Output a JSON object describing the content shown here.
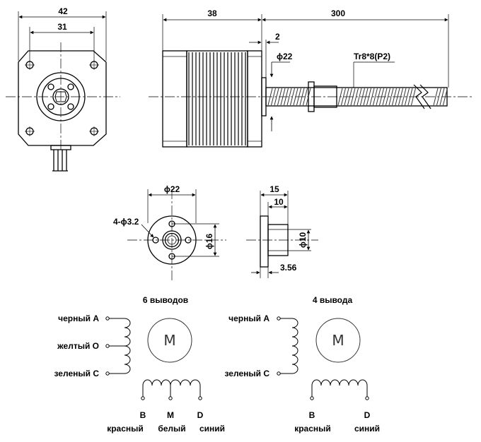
{
  "front_view": {
    "width_dim": "42",
    "hole_spacing_dim": "31"
  },
  "side_view": {
    "body_length_dim": "38",
    "screw_length_dim": "300",
    "boss_dim": "2",
    "boss_diameter_dim": "ϕ22",
    "thread_spec": "Tr8*8(P2)"
  },
  "nut_front": {
    "diameter_dim": "ϕ22",
    "holes_dim": "4-ϕ3.2",
    "spacing_dim": "ϕ16"
  },
  "nut_side": {
    "length_dim": "15",
    "body_dim": "10",
    "diameter_dim": "ϕ10",
    "flange_dim": "3.56"
  },
  "wiring_6": {
    "title": "6 выводов",
    "motor_letter": "M",
    "left_leads": [
      "черный A",
      "желтый O",
      "зеленый C"
    ],
    "bottom_letters": [
      "B",
      "M",
      "D"
    ],
    "bottom_colors": [
      "красный",
      "белый",
      "синий"
    ]
  },
  "wiring_4": {
    "title": "4 вывода",
    "motor_letter": "M",
    "left_leads": [
      "черный A",
      "зеленый C"
    ],
    "bottom_letters": [
      "B",
      "D"
    ],
    "bottom_colors": [
      "красный",
      "синий"
    ]
  }
}
